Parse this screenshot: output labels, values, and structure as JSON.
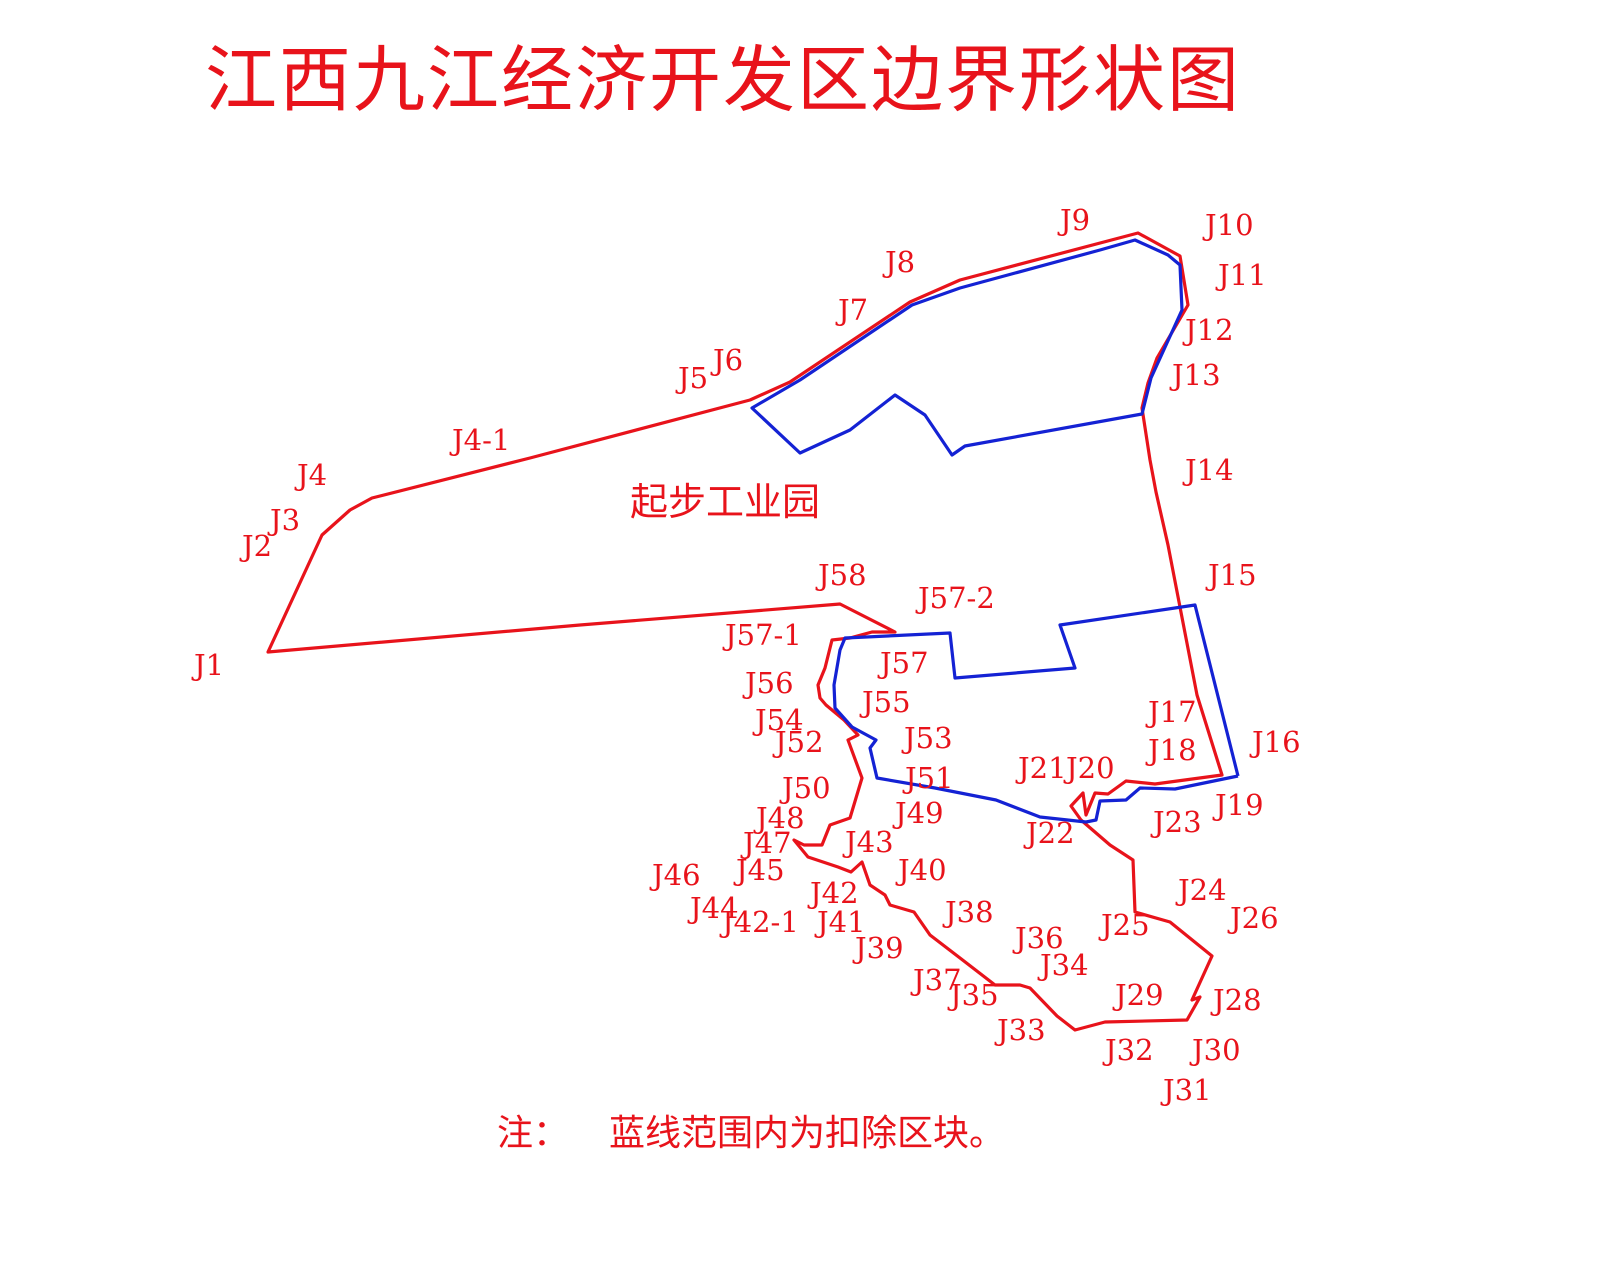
{
  "title": "江西九江经济开发区边界形状图",
  "area_label": "起步工业园",
  "note": {
    "label": "注：",
    "text": "蓝线范围内为扣除区块。"
  },
  "colors": {
    "boundary": "#e8131b",
    "excluded": "#1422d4",
    "text": "#e8131b"
  },
  "point_labels": [
    "J1",
    "J2",
    "J3",
    "J4",
    "J4-1",
    "J5",
    "J6",
    "J7",
    "J8",
    "J9",
    "J10",
    "J11",
    "J12",
    "J13",
    "J14",
    "J15",
    "J16",
    "J17",
    "J18",
    "J19",
    "J20",
    "J21",
    "J22",
    "J23",
    "J24",
    "J25",
    "J26",
    "J28",
    "J29",
    "J30",
    "J31",
    "J32",
    "J33",
    "J34",
    "J35",
    "J36",
    "J37",
    "J38",
    "J39",
    "J40",
    "J41",
    "J42",
    "J42-1",
    "J43",
    "J44",
    "J45",
    "J46",
    "J47",
    "J48",
    "J49",
    "J50",
    "J51",
    "J52",
    "J53",
    "J54",
    "J55",
    "J56",
    "J57",
    "J57-1",
    "J57-2",
    "J58"
  ]
}
